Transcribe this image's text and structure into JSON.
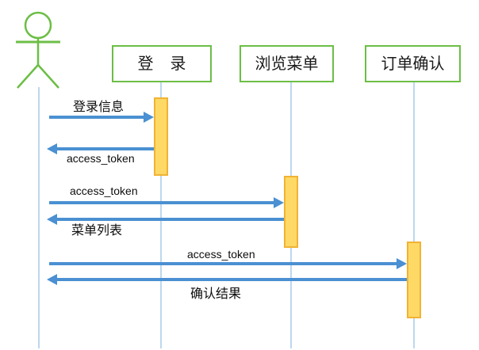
{
  "diagram": {
    "type": "uml-sequence-diagram",
    "colors": {
      "actor_stroke": "#6CBE45",
      "box_border": "#6CBE45",
      "box_fill": "#FFFFFF",
      "lifeline": "#BDD7EE",
      "activation_fill": "#FFD966",
      "activation_border": "#F2B233",
      "arrow": "#4A90D2",
      "text": "#0D0D0D",
      "background": "#FFFFFF"
    },
    "actor": {
      "name": "user-actor",
      "label": ""
    },
    "participants": [
      {
        "id": "login",
        "label": "登 录",
        "icon": "actor-box"
      },
      {
        "id": "browse",
        "label": "浏览菜单",
        "icon": "actor-box"
      },
      {
        "id": "confirm",
        "label": "订单确认",
        "icon": "actor-box"
      }
    ],
    "messages": [
      {
        "index": 1,
        "label": "登录信息",
        "from": "actor",
        "to": "login",
        "direction": "right",
        "script": "cjk"
      },
      {
        "index": 2,
        "label": "access_token",
        "from": "login",
        "to": "actor",
        "direction": "left",
        "script": "latin"
      },
      {
        "index": 3,
        "label": "access_token",
        "from": "actor",
        "to": "browse",
        "direction": "right",
        "script": "latin"
      },
      {
        "index": 4,
        "label": "菜单列表",
        "from": "browse",
        "to": "actor",
        "direction": "left",
        "script": "cjk"
      },
      {
        "index": 5,
        "label": "access_token",
        "from": "actor",
        "to": "confirm",
        "direction": "right",
        "script": "latin"
      },
      {
        "index": 6,
        "label": "确认结果",
        "from": "confirm",
        "to": "actor",
        "direction": "left",
        "script": "cjk"
      }
    ],
    "activations": [
      {
        "participant": "login",
        "label": ""
      },
      {
        "participant": "browse",
        "label": ""
      },
      {
        "participant": "confirm",
        "label": ""
      }
    ]
  }
}
